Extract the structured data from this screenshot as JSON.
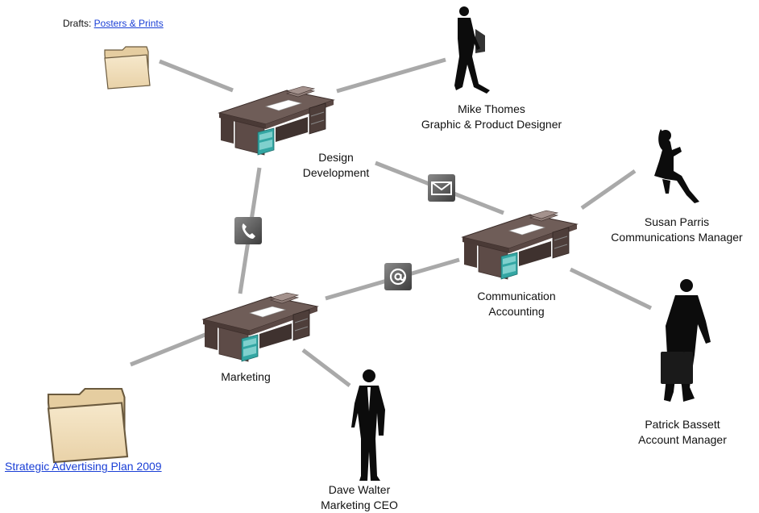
{
  "drafts": {
    "prefix": "Drafts: ",
    "link": "Posters & Prints"
  },
  "plan_link": "Strategic Advertising Plan 2009",
  "desks": {
    "design": {
      "line1": "Design",
      "line2": "Development"
    },
    "communication": {
      "line1": "Communication",
      "line2": "Accounting"
    },
    "marketing": {
      "line1": "Marketing"
    }
  },
  "people": {
    "mike": {
      "name": "Mike Thomes",
      "role": "Graphic & Product Designer"
    },
    "susan": {
      "name": "Susan Parris",
      "role": "Communications Manager"
    },
    "patrick": {
      "name": "Patrick Bassett",
      "role": "Account Manager"
    },
    "dave": {
      "name": "Dave Walter",
      "role": "Marketing CEO"
    }
  },
  "connector_icons": [
    "envelope-icon",
    "phone-icon",
    "at-sign-icon"
  ],
  "colors": {
    "connector": "#a9a9a9",
    "desk_top": "#6b5a55",
    "desk_body": "#4e3e3a",
    "drawer": "#3aa7a4",
    "folder": "#f1dfbd",
    "icon_bg": "#555555",
    "link": "#1a3fd6"
  }
}
